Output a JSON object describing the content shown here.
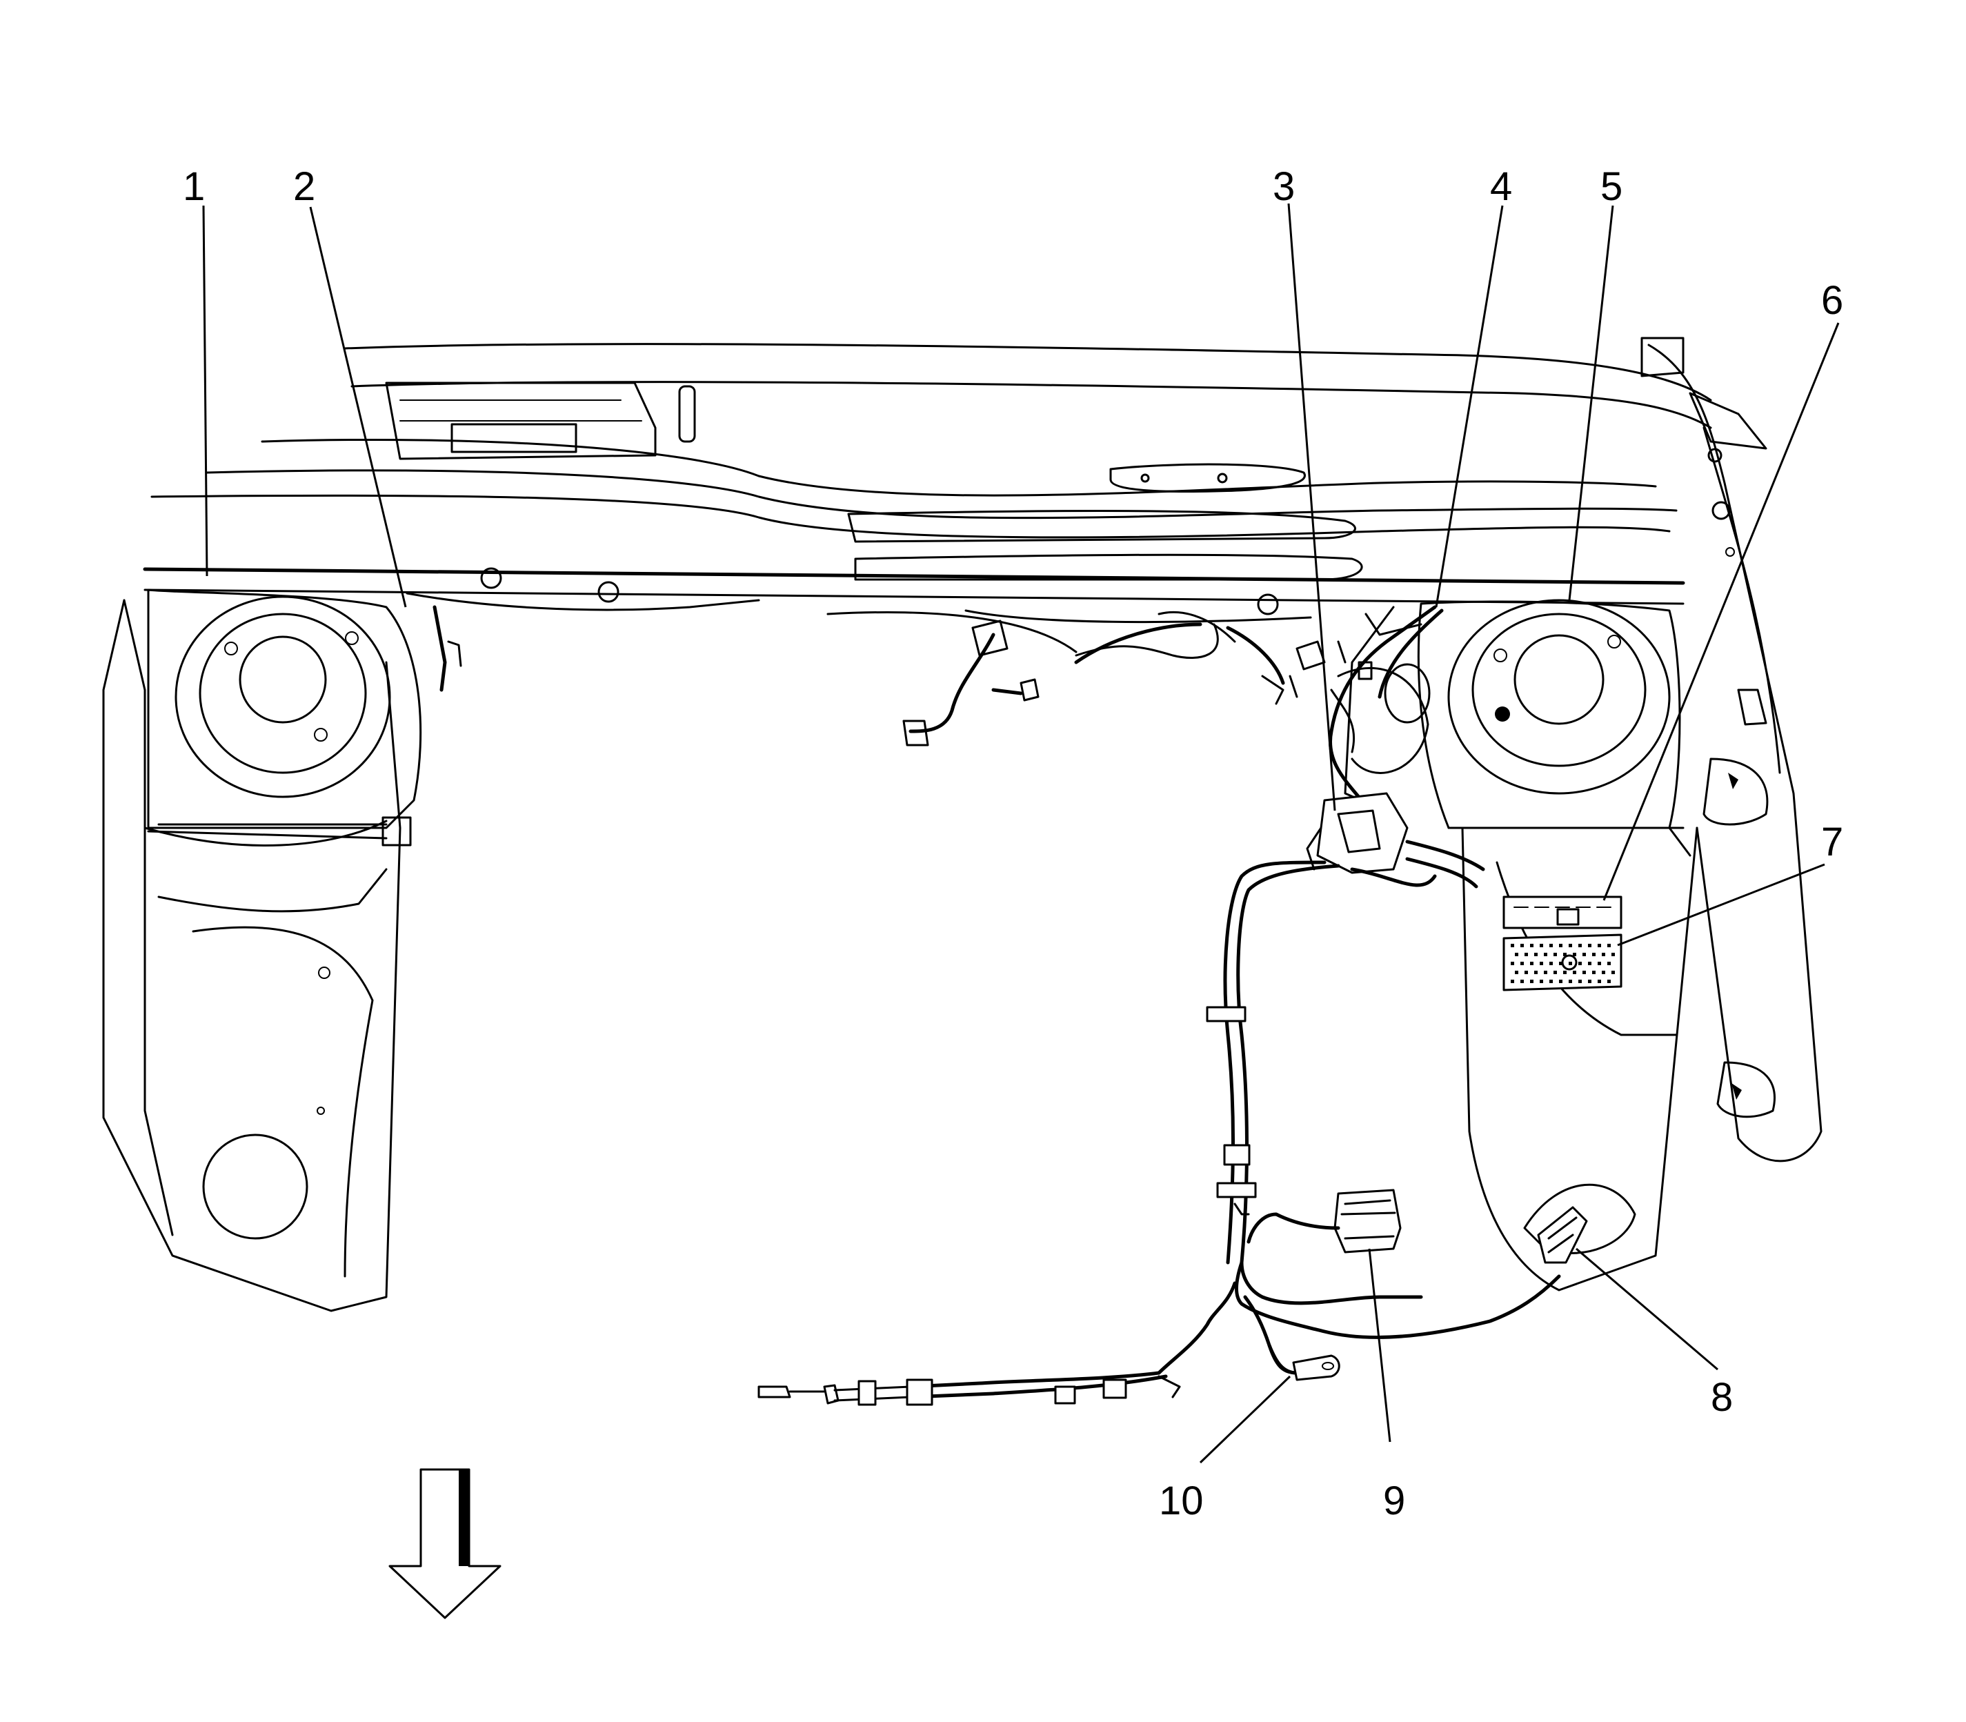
{
  "callouts": [
    {
      "id": "callout-1",
      "label": "1"
    },
    {
      "id": "callout-2",
      "label": "2"
    },
    {
      "id": "callout-3",
      "label": "3"
    },
    {
      "id": "callout-4",
      "label": "4"
    },
    {
      "id": "callout-5",
      "label": "5"
    },
    {
      "id": "callout-6",
      "label": "6"
    },
    {
      "id": "callout-7",
      "label": "7"
    },
    {
      "id": "callout-8",
      "label": "8"
    },
    {
      "id": "callout-9",
      "label": "9"
    },
    {
      "id": "callout-10",
      "label": "10"
    }
  ],
  "direction_arrow": {
    "icon": "down-arrow-icon"
  },
  "colors": {
    "line": "#000000",
    "background": "#ffffff"
  }
}
